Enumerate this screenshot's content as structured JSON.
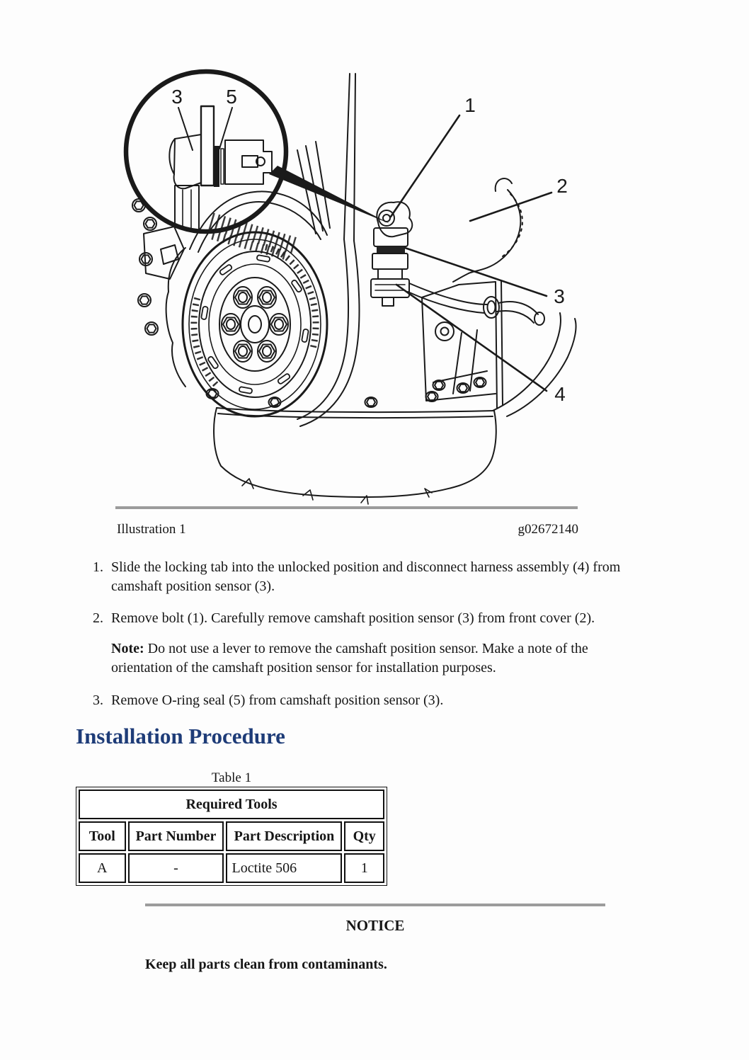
{
  "illustration": {
    "caption_left": "Illustration 1",
    "caption_right": "g02672140",
    "detail_labels": [
      "3",
      "5"
    ],
    "main_labels": [
      "1",
      "2",
      "3",
      "4"
    ]
  },
  "removal_steps": [
    {
      "num": "1.",
      "text": "Slide the locking tab into the unlocked position and disconnect harness assembly (4) from camshaft position sensor (3)."
    },
    {
      "num": "2.",
      "text": "Remove bolt (1). Carefully remove camshaft position sensor (3) from front cover (2)."
    },
    {
      "num": "3.",
      "text": "Remove O-ring seal (5) from camshaft position sensor (3)."
    }
  ],
  "note": {
    "label": "Note:",
    "text": "Do not use a lever to remove the camshaft position sensor. Make a note of the orientation of the camshaft position sensor for installation purposes."
  },
  "installation_heading": "Installation Procedure",
  "table": {
    "caption": "Table 1",
    "title": "Required Tools",
    "headers": [
      "Tool",
      "Part Number",
      "Part Description",
      "Qty"
    ],
    "rows": [
      [
        "A",
        "-",
        "Loctite 506",
        "1"
      ]
    ]
  },
  "notice": {
    "title": "NOTICE",
    "text": "Keep all parts clean from contaminants."
  },
  "colors": {
    "heading_blue": "#1e3c78",
    "rule_gray": "#9c9c9c",
    "line_black": "#1a1a1a"
  }
}
